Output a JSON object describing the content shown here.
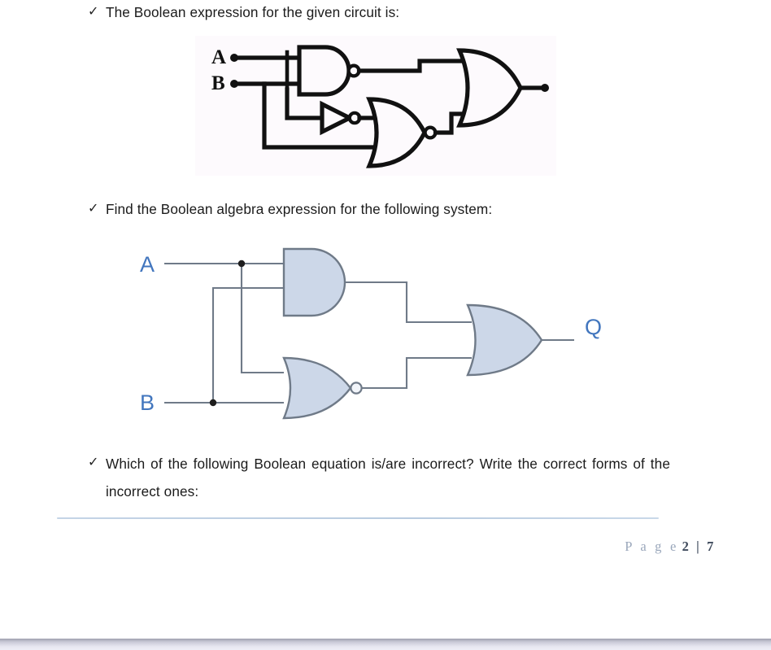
{
  "document": {
    "items": [
      {
        "marker": "✓",
        "text": "The Boolean expression for the given circuit is:"
      },
      {
        "marker": "✓",
        "text": "Find the Boolean algebra expression for the following system:"
      },
      {
        "marker": "✓",
        "text": "Which of the following Boolean equation is/are incorrect? Write the correct forms of the incorrect ones:"
      }
    ],
    "footer": {
      "page_word": "P a g e",
      "page_numbers": "2 | 7",
      "rule_color": "#bdd0e4"
    }
  },
  "figure_1": {
    "caption_ref": "given circuit",
    "background": "#fdfafd",
    "stroke": "#111111",
    "inputs": [
      {
        "label": "A",
        "color": "#111111"
      },
      {
        "label": "B",
        "color": "#111111"
      }
    ],
    "gates": [
      {
        "name": "nand-gate",
        "type": "NAND",
        "inputs": [
          "A",
          "B"
        ]
      },
      {
        "name": "not-gate",
        "type": "NOT",
        "inputs": [
          "B"
        ]
      },
      {
        "name": "nor-gate",
        "type": "NOR",
        "inputs": [
          "NOT-out",
          "B"
        ]
      },
      {
        "name": "or-gate",
        "type": "OR",
        "inputs": [
          "NAND-out",
          "NOR-out"
        ]
      }
    ],
    "output": {
      "label": "",
      "terminal": true
    }
  },
  "figure_2": {
    "caption_ref": "following system",
    "background": "#ffffff",
    "stroke": "#5e6a78",
    "gate_fill": "#ccd7e8",
    "gate_stroke": "#6b7684",
    "label_color": "#4276be",
    "inputs": [
      {
        "label": "A",
        "color": "#4276be"
      },
      {
        "label": "B",
        "color": "#4276be"
      }
    ],
    "gates": [
      {
        "name": "and-gate",
        "type": "AND",
        "inputs": [
          "A",
          "B"
        ]
      },
      {
        "name": "nor-gate",
        "type": "NOR",
        "inputs": [
          "A",
          "B"
        ]
      },
      {
        "name": "or-gate",
        "type": "OR",
        "inputs": [
          "AND-out",
          "NOR-out"
        ]
      }
    ],
    "output": {
      "label": "Q",
      "color": "#4276be"
    }
  }
}
